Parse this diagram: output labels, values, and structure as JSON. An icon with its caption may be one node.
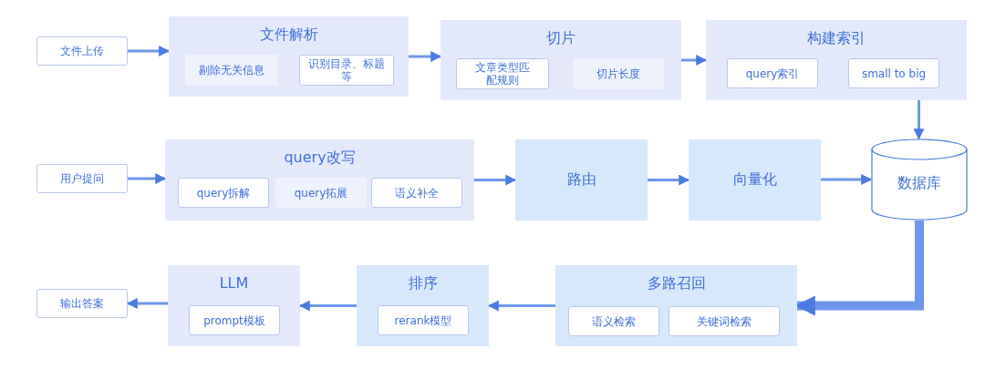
{
  "diagram": {
    "nodes": [
      {
        "text": [
          "文件上传"
        ]
      },
      {
        "text": [
          "文件解析"
        ]
      },
      {
        "text": [
          "剔除无关信息"
        ],
        "in": 1
      },
      {
        "text": [
          "识别目录、标题等"
        ],
        "in": 1
      },
      {
        "text": [
          "切片"
        ]
      },
      {
        "text": [
          "文章类型匹配规则"
        ],
        "in": 4
      },
      {
        "text": [
          "切片长度"
        ],
        "in": 4
      },
      {
        "text": [
          "构建索引"
        ]
      },
      {
        "text": [
          "query索引"
        ],
        "in": 7
      },
      {
        "text": [
          "small to big"
        ],
        "in": 7
      },
      {
        "text": [
          "用户提问"
        ]
      },
      {
        "text": [
          "query改写"
        ]
      },
      {
        "text": [
          "query拆解"
        ],
        "in": 11
      },
      {
        "text": [
          "query拓展"
        ],
        "in": 11
      },
      {
        "text": [
          "语义补全"
        ],
        "in": 11
      },
      {
        "text": [
          "路由"
        ]
      },
      {
        "text": [
          "向量化"
        ]
      },
      {
        "text": [
          "数据库"
        ]
      },
      {
        "text": [
          "多路召回"
        ]
      },
      {
        "text": [
          "语义检索"
        ],
        "in": 18
      },
      {
        "text": [
          "关键词检索"
        ],
        "in": 18
      },
      {
        "text": [
          "排序"
        ]
      },
      {
        "text": [
          "rerank模型"
        ],
        "in": 21
      },
      {
        "text": [
          "LLM"
        ]
      },
      {
        "text": [
          "prompt模板"
        ],
        "in": 23
      },
      {
        "text": [
          "输出答案"
        ]
      }
    ],
    "edges": [
      {
        "from": 0,
        "to": 1,
        "arrow": "to"
      },
      {
        "from": 1,
        "to": 4,
        "arrow": "to"
      },
      {
        "from": 4,
        "to": 7,
        "arrow": "to"
      },
      {
        "from": 7,
        "to": 17,
        "arrow": "to"
      },
      {
        "from": 10,
        "to": 11,
        "arrow": "to"
      },
      {
        "from": 11,
        "to": 15,
        "arrow": "to"
      },
      {
        "from": 15,
        "to": 16,
        "arrow": "to"
      },
      {
        "from": 16,
        "to": 17,
        "arrow": "to"
      },
      {
        "from": 17,
        "to": 18,
        "arrow": "to",
        "style": "thick"
      },
      {
        "from": 18,
        "to": 21,
        "arrow": "to"
      },
      {
        "from": 21,
        "to": 23,
        "arrow": "to"
      },
      {
        "from": 23,
        "to": 25,
        "arrow": "to"
      }
    ]
  }
}
